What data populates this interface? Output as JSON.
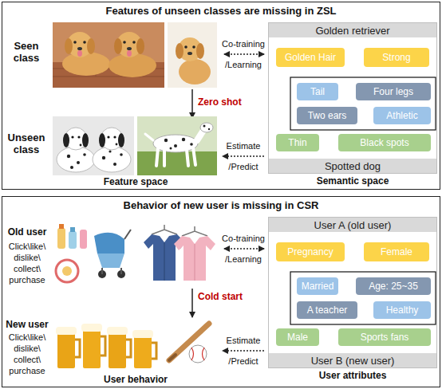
{
  "diagram": {
    "nodes": [
      {
        "text": [
          "Features of unseen classes are missing in ZSL"
        ]
      },
      {
        "text": [
          "Semantic space"
        ],
        "in": 0
      },
      {
        "text": [
          "Golden retriever"
        ],
        "in": 1
      },
      {
        "text": [
          "Golden Hair"
        ],
        "in": 1
      },
      {
        "text": [
          "Strong"
        ],
        "in": 1
      },
      {
        "text": [
          "Tail"
        ],
        "in": 1
      },
      {
        "text": [
          "Four legs"
        ],
        "in": 1
      },
      {
        "text": [
          "Two ears"
        ],
        "in": 1
      },
      {
        "text": [
          "Athletic"
        ],
        "in": 1
      },
      {
        "text": [
          "Thin"
        ],
        "in": 1
      },
      {
        "text": [
          "Black spots"
        ],
        "in": 1
      },
      {
        "text": [
          "Spotted dog"
        ],
        "in": 1
      },
      {
        "text": [
          "Behavior of new user is missing in CSR"
        ]
      },
      {
        "text": [
          "User attributes"
        ],
        "in": 12
      },
      {
        "text": [
          "User A (old user)"
        ],
        "in": 13
      },
      {
        "text": [
          "Pregnancy"
        ],
        "in": 13
      },
      {
        "text": [
          "Female"
        ],
        "in": 13
      },
      {
        "text": [
          "Married"
        ],
        "in": 13
      },
      {
        "text": [
          "Age: 25~35"
        ],
        "in": 13
      },
      {
        "text": [
          "A teacher"
        ],
        "in": 13
      },
      {
        "text": [
          "Healthy"
        ],
        "in": 13
      },
      {
        "text": [
          "Male"
        ],
        "in": 13
      },
      {
        "text": [
          "Sports fans"
        ],
        "in": 13
      },
      {
        "text": [
          "User B (new user)"
        ],
        "in": 13
      }
    ],
    "labels": [
      "Seen class",
      "Co-training /Learning",
      "Zero shot",
      "Unseen class",
      "Estimate /Predict",
      "Feature space",
      "Old user",
      "Click\\like\\ dislike\\ collect\\ purchase",
      "Co-training /Learning",
      "Cold start",
      "New user",
      "Click\\like\\ dislike\\ collect\\ purchase",
      "Estimate /Predict",
      "User behavior"
    ]
  }
}
